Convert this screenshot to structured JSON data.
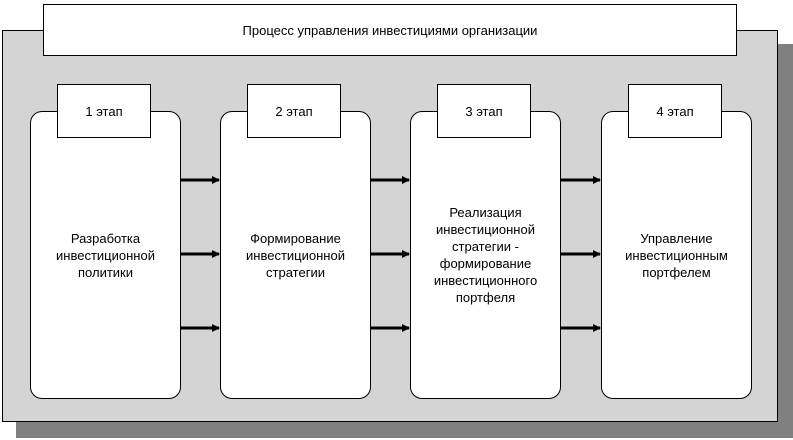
{
  "diagram": {
    "title": "Процесс управления инвестициями организации",
    "stages": [
      {
        "label": "1 этап",
        "text": "Разработка\nинвестиционной\nполитики"
      },
      {
        "label": "2 этап",
        "text": "Формирование\nинвестиционной\nстратегии"
      },
      {
        "label": "3 этап",
        "text": "Реализация\nинвестиционной\nстратегии   -\nформирование\nинвестиционного\nпортфеля"
      },
      {
        "label": "4 этап",
        "text": "Управление\nинвестиционным\nпортфелем"
      }
    ]
  }
}
